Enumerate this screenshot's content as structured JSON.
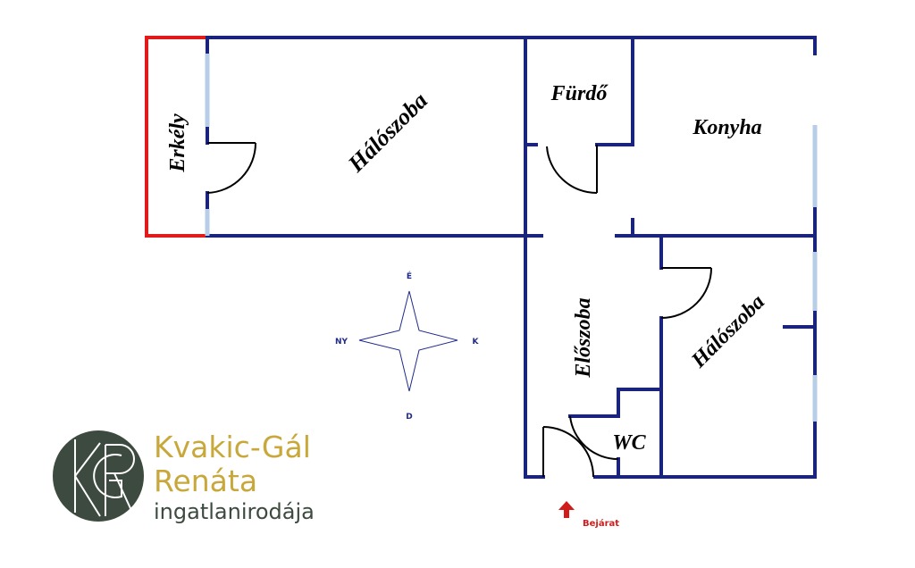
{
  "rooms": {
    "erkely": "Erkély",
    "haloszoba_1": "Hálószoba",
    "furdo": "Fürdő",
    "konyha": "Konyha",
    "eloszoba": "Előszoba",
    "haloszoba_2": "Hálószoba",
    "wc": "WC"
  },
  "compass": {
    "north": "É",
    "west": "NY",
    "east": "K",
    "south": "D"
  },
  "entrance": {
    "label": "Bejárat",
    "icon": "arrow-up-icon"
  },
  "logo": {
    "name_line1": "Kvakic-Gál",
    "name_line2": "Renáta",
    "subtitle": "ingatlanirodája",
    "monogram": "KGR"
  },
  "colors": {
    "wall": "#1a237e",
    "balcony": "#e11b1b",
    "window": "#b7cde8",
    "door": "#000000",
    "logo_circle": "#3d4a3f",
    "logo_text": "#c8a83a",
    "entrance": "#d11c1c"
  }
}
